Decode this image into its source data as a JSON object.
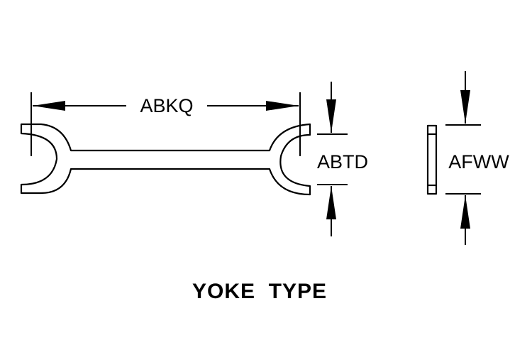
{
  "labels": {
    "length": "ABKQ",
    "jaw_opening": "ABTD",
    "thickness": "AFWW"
  },
  "caption": "YOKE  TYPE",
  "colors": {
    "line": "#000000",
    "background": "#ffffff"
  }
}
